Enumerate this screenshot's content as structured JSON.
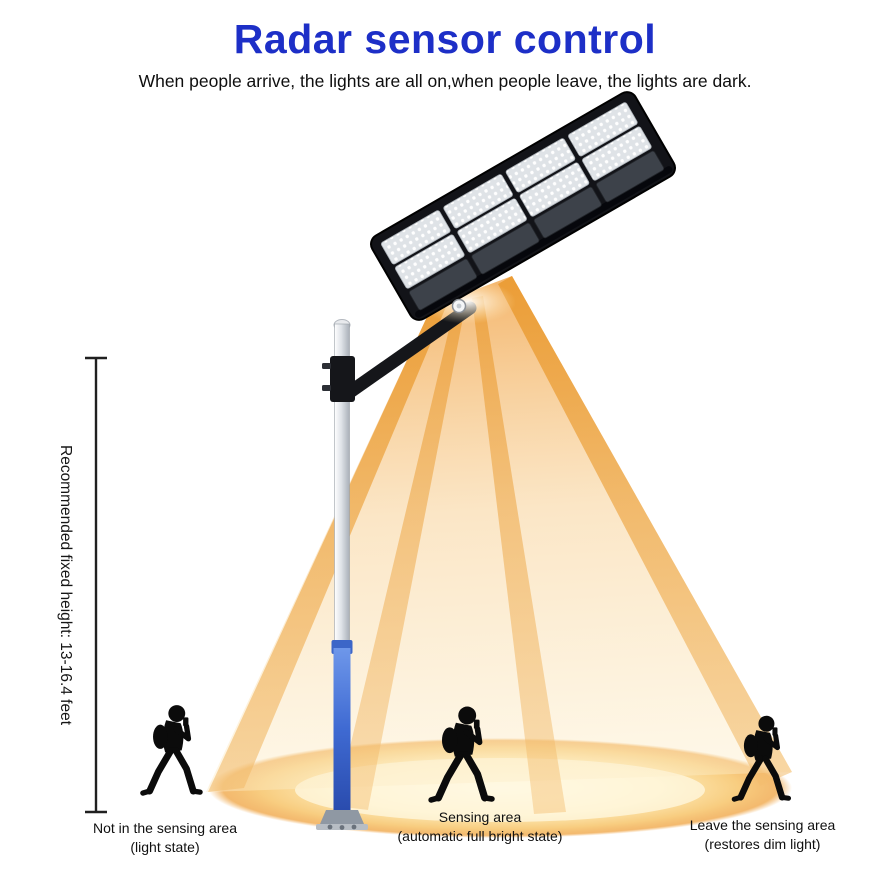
{
  "title": "Radar sensor control",
  "subtitle": "When people arrive, the lights are all on,when people leave, the lights are dark.",
  "height_note": "Recommended fixed height: 13-16.4 feet",
  "zones": {
    "left": {
      "line1": "Not in the sensing area",
      "line2": "(light state)"
    },
    "center": {
      "line1": "Sensing area",
      "line2": "(automatic full bright state)"
    },
    "right": {
      "line1": "Leave the sensing area",
      "line2": "(restores dim light)"
    }
  },
  "colors": {
    "title-color": "#1d2fc7",
    "beam-strong": "#ea9a30",
    "beam-soft": "#fdf0cd",
    "ground-glow": "#f8cd80",
    "pole-blue": "#3f6ad2",
    "silhouette": "#0b0b0b"
  }
}
